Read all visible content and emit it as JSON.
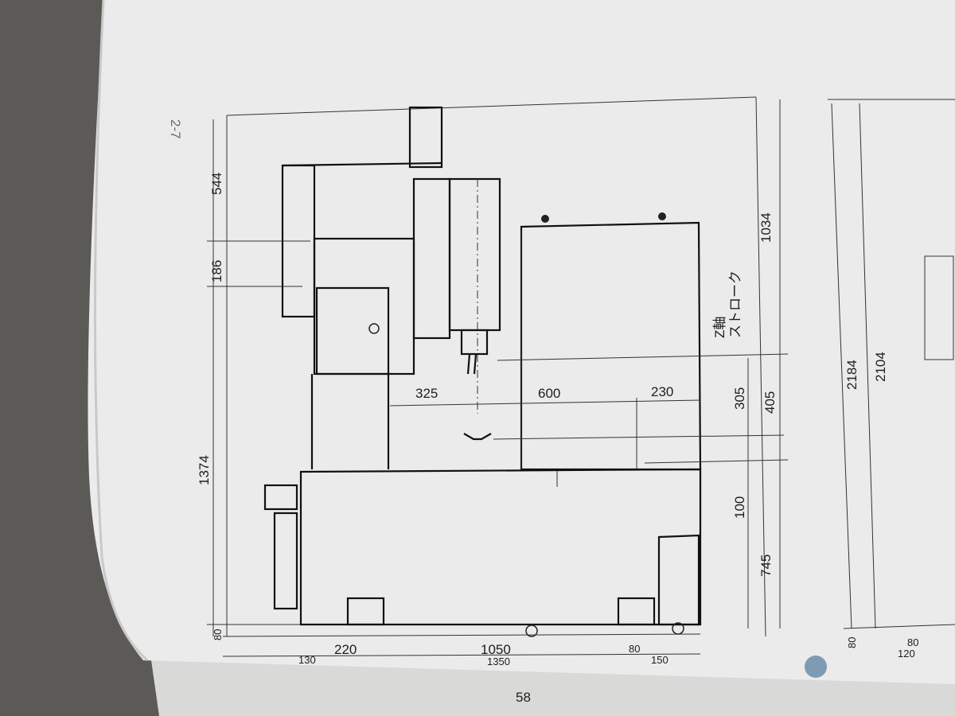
{
  "page": {
    "page_label": "2-7",
    "page_number": "58"
  },
  "drawing": {
    "heights_left": {
      "top": "544",
      "mid": "186",
      "main": "1374",
      "base": "80"
    },
    "widths_bottom": {
      "left_small": "130",
      "left": "220",
      "middle": "1050",
      "total": "1350",
      "right": "80",
      "right_far": "150"
    },
    "travel": {
      "a": "325",
      "b": "600",
      "c": "230"
    },
    "heights_right": {
      "upper": "1034",
      "stroke_label": "Z軸\nストローク",
      "h305": "305",
      "h405": "405",
      "h100": "100",
      "h745": "745",
      "total_a": "2184",
      "total_b": "2104",
      "base_a": "80",
      "bottom_80": "80",
      "bottom_120": "120"
    }
  }
}
